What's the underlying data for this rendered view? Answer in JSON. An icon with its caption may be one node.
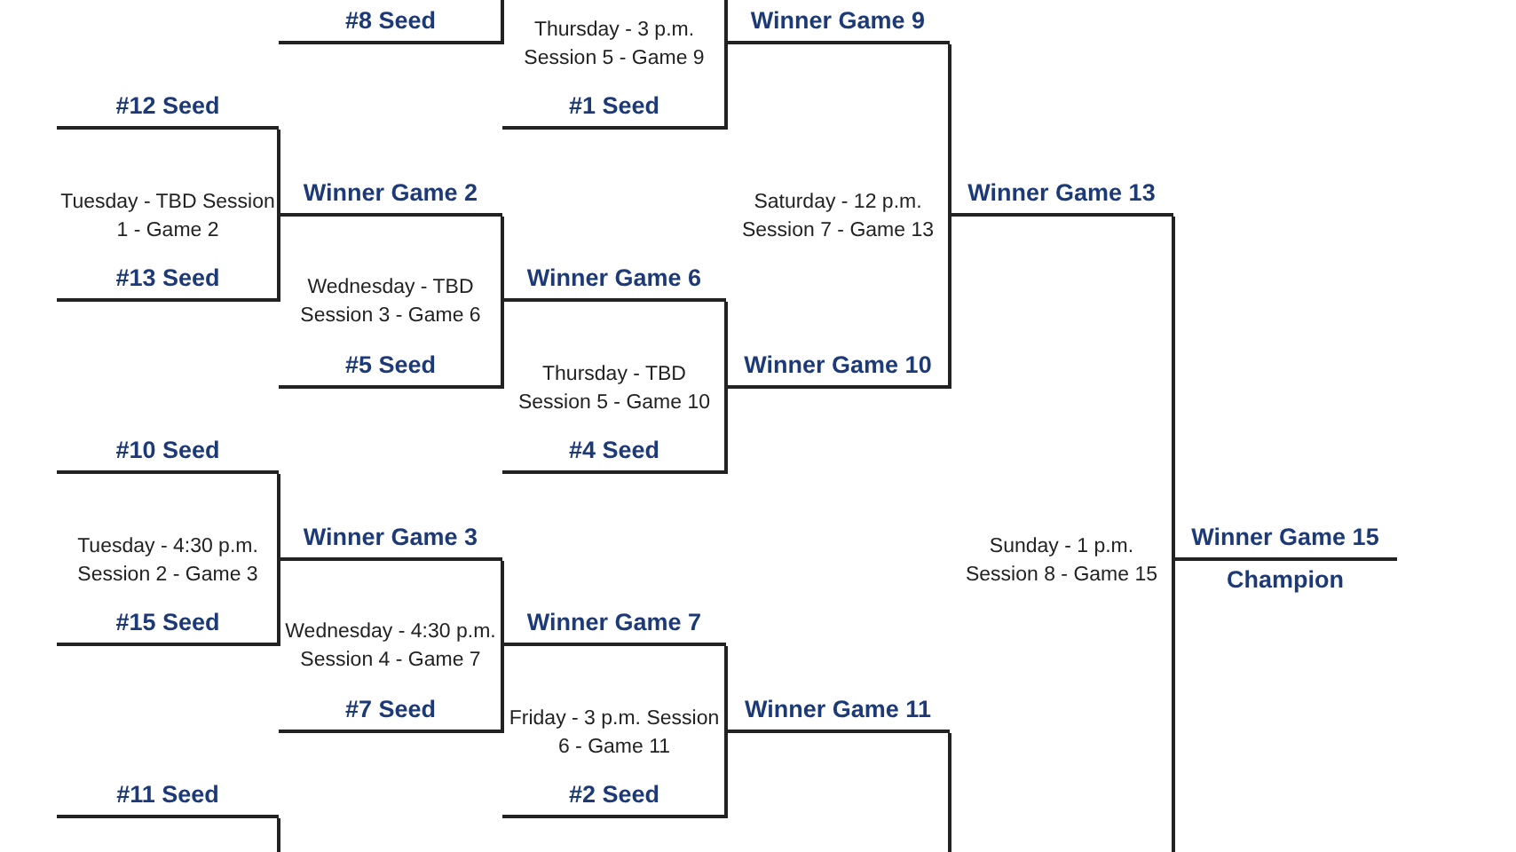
{
  "diagram": {
    "nodes": [
      {
        "text": [
          "#8 Seed"
        ]
      },
      {
        "text": [
          "Winner Game 9"
        ],
        "beside": [
          "Thursday - 3 p.m. Session 5 - Game 9"
        ]
      },
      {
        "text": [
          "#12 Seed"
        ]
      },
      {
        "text": [
          "#1 Seed"
        ]
      },
      {
        "text": [
          "Winner Game 2"
        ],
        "beside": [
          "Tuesday - TBD Session 1 - Game 2"
        ]
      },
      {
        "text": [
          "Winner Game 13"
        ],
        "beside": [
          "Saturday - 12 p.m. Session 7 - Game 13"
        ]
      },
      {
        "text": [
          "#13 Seed"
        ]
      },
      {
        "text": [
          "Winner Game 6"
        ],
        "beside": [
          "Wednesday - TBD Session 3 - Game 6"
        ]
      },
      {
        "text": [
          "#5 Seed"
        ]
      },
      {
        "text": [
          "Winner Game 10"
        ],
        "beside": [
          "Thursday - TBD Session 5 - Game 10"
        ]
      },
      {
        "text": [
          "#10 Seed"
        ]
      },
      {
        "text": [
          "#4 Seed"
        ]
      },
      {
        "text": [
          "Winner Game 3"
        ],
        "beside": [
          "Tuesday - 4:30 p.m. Session 2 - Game 3"
        ]
      },
      {
        "text": [
          "Winner Game 15",
          "Champion"
        ],
        "beside": [
          "Sunday - 1 p.m. Session 8 - Game 15"
        ]
      },
      {
        "text": [
          "#15 Seed"
        ]
      },
      {
        "text": [
          "Winner Game 7"
        ],
        "beside": [
          "Wednesday - 4:30 p.m. Session 4 - Game 7"
        ]
      },
      {
        "text": [
          "#7 Seed"
        ]
      },
      {
        "text": [
          "Winner Game 11"
        ],
        "beside": [
          "Friday - 3 p.m. Session 6 - Game 11"
        ]
      },
      {
        "text": [
          "#11 Seed"
        ]
      },
      {
        "text": [
          "#2 Seed"
        ]
      }
    ],
    "edges": [
      {
        "from": 0,
        "to": null,
        "arrow": "none"
      },
      {
        "from": null,
        "to": 1,
        "arrow": "none"
      },
      {
        "from": 3,
        "to": 1,
        "arrow": "none"
      },
      {
        "from": 2,
        "to": 4,
        "arrow": "none"
      },
      {
        "from": 6,
        "to": 4,
        "arrow": "none"
      },
      {
        "from": 4,
        "to": 7,
        "arrow": "none"
      },
      {
        "from": 8,
        "to": 7,
        "arrow": "none"
      },
      {
        "from": 1,
        "to": 5,
        "arrow": "none"
      },
      {
        "from": 9,
        "to": 5,
        "arrow": "none"
      },
      {
        "from": 7,
        "to": 9,
        "arrow": "none"
      },
      {
        "from": 11,
        "to": 9,
        "arrow": "none"
      },
      {
        "from": 5,
        "to": 13,
        "arrow": "none"
      },
      {
        "from": null,
        "to": 13,
        "arrow": "none"
      },
      {
        "from": 10,
        "to": 12,
        "arrow": "none"
      },
      {
        "from": 14,
        "to": 12,
        "arrow": "none"
      },
      {
        "from": 12,
        "to": 15,
        "arrow": "none"
      },
      {
        "from": 16,
        "to": 15,
        "arrow": "none"
      },
      {
        "from": 15,
        "to": 17,
        "arrow": "none"
      },
      {
        "from": 19,
        "to": 17,
        "arrow": "none"
      },
      {
        "from": 17,
        "to": null,
        "arrow": "none"
      },
      {
        "from": 18,
        "to": null,
        "arrow": "none"
      }
    ]
  }
}
